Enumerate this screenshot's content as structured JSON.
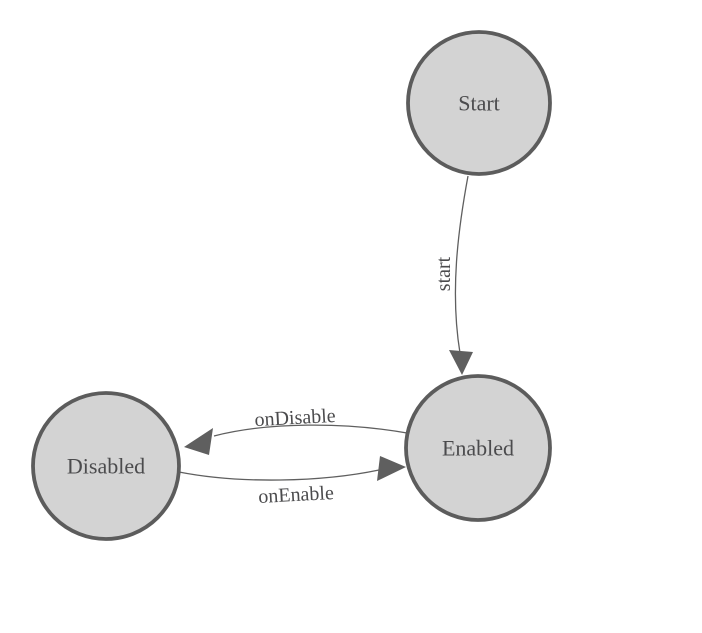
{
  "diagram": {
    "type": "state-machine",
    "colors": {
      "background": "#ffffff",
      "node_fill": "#d3d3d3",
      "node_stroke": "#5c5c5c",
      "edge_color": "#5f5f5f",
      "label_color": "#4b4b4d"
    },
    "nodes": [
      {
        "id": "start-node",
        "label": "Start"
      },
      {
        "id": "enabled-node",
        "label": "Enabled"
      },
      {
        "id": "disabled-node",
        "label": "Disabled"
      }
    ],
    "edges": [
      {
        "from": "Start",
        "to": "Enabled",
        "label": "start"
      },
      {
        "from": "Enabled",
        "to": "Disabled",
        "label": "onDisable"
      },
      {
        "from": "Disabled",
        "to": "Enabled",
        "label": "onEnable"
      }
    ]
  }
}
